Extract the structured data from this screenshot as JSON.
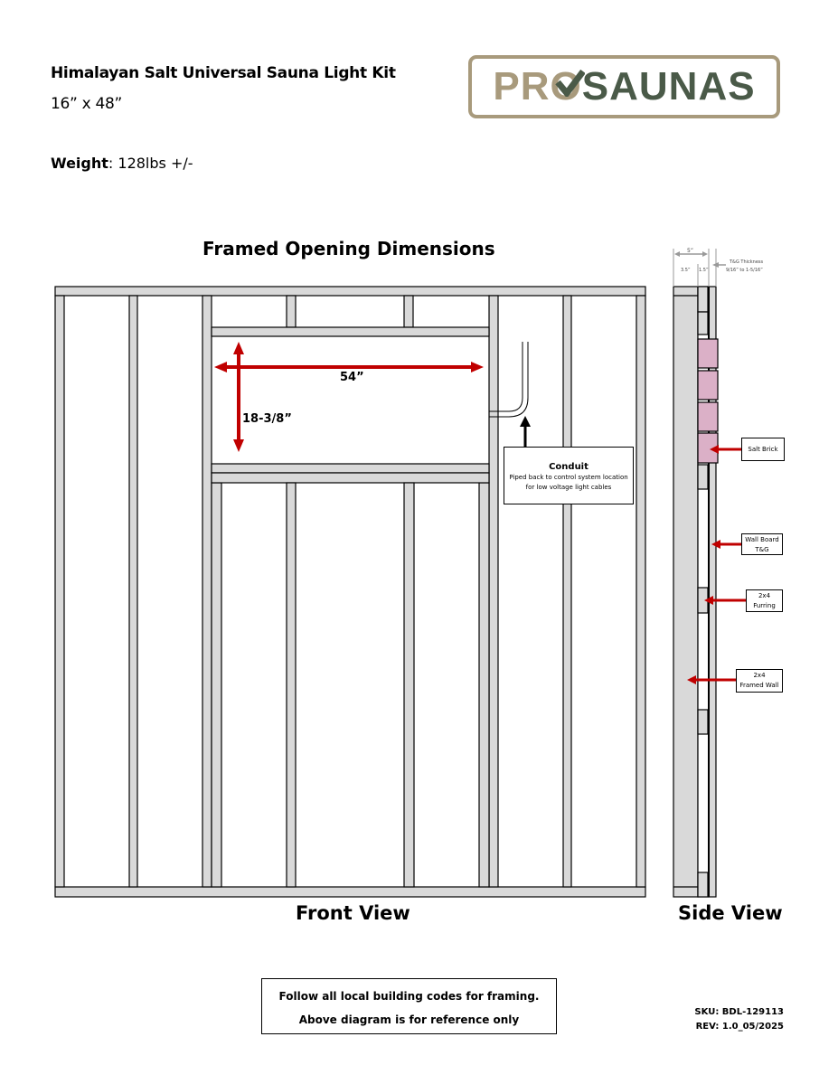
{
  "header": {
    "title": "Himalayan Salt Universal Sauna Light Kit",
    "size": "16” x 48”",
    "weight_label": "Weight",
    "weight_value": ": 128lbs +/-"
  },
  "logo": {
    "text_pro": "PR",
    "text_o": "O",
    "text_saunas": "SAUNAS",
    "colors": {
      "tan": "#a89a7c",
      "green": "#4a5a48"
    }
  },
  "diagram": {
    "section_title": "Framed Opening Dimensions",
    "front_view_label": "Front View",
    "side_view_label": "Side View",
    "opening_width": "54”",
    "opening_height": "18-3/8”",
    "conduit": {
      "title": "Conduit",
      "line1": "Piped back to control system location",
      "line2": "for low voltage light cables"
    },
    "side_dims": {
      "total": "5”",
      "stud": "3.5”",
      "furring": "1.5”",
      "tg_label": "T&G Thickness",
      "tg_value": "9/16” to 1-5/16”"
    },
    "callouts": [
      {
        "line1": "Salt Brick",
        "line2": ""
      },
      {
        "line1": "Wall Board",
        "line2": "T&G"
      },
      {
        "line1": "2x4",
        "line2": "Furring"
      },
      {
        "line1": "2x4",
        "line2": "Framed Wall"
      }
    ],
    "colors": {
      "lumber": "#d9d9d9",
      "salt_brick": "#dbb0c7",
      "arrow": "#c00000"
    }
  },
  "footer": {
    "note_line1": "Follow all local building codes for framing.",
    "note_line2": "Above diagram is for reference only",
    "sku": "SKU: BDL-129113",
    "rev": "REV: 1.0_05/2025"
  }
}
